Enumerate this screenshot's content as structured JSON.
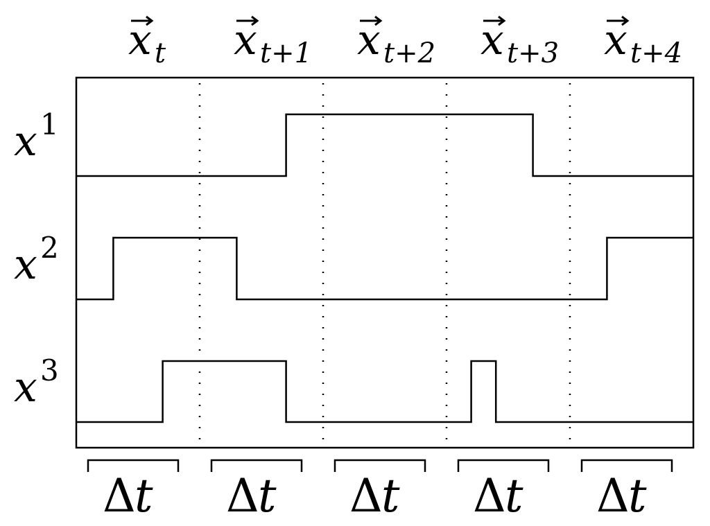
{
  "diagram": {
    "time_points": [
      {
        "base": "x",
        "sub": "t"
      },
      {
        "base": "x",
        "sub": "t+1"
      },
      {
        "base": "x",
        "sub": "t+2"
      },
      {
        "base": "x",
        "sub": "t+3"
      },
      {
        "base": "x",
        "sub": "t+4"
      }
    ],
    "signals": [
      {
        "base": "x",
        "sup": "1",
        "edges": [
          1.7,
          3.7
        ],
        "start_high": false
      },
      {
        "base": "x",
        "sup": "2",
        "edges": [
          0.3,
          1.3,
          4.3
        ],
        "start_high": false
      },
      {
        "base": "x",
        "sup": "3",
        "edges": [
          0.7,
          1.7,
          3.2,
          3.4
        ],
        "start_high": false
      }
    ],
    "interval_label": {
      "delta": "Δ",
      "var": "t"
    },
    "interval_count": 5
  }
}
